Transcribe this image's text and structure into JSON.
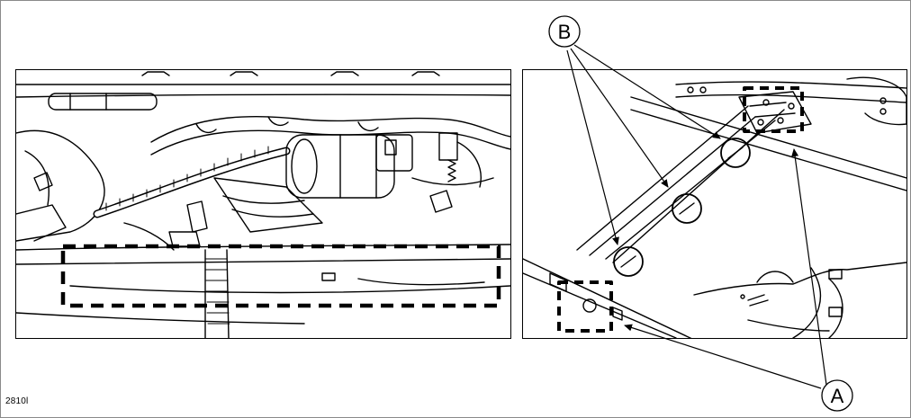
{
  "figure": {
    "number": "2810l",
    "callouts": [
      {
        "id": "B",
        "label": "B"
      },
      {
        "id": "A",
        "label": "A"
      }
    ],
    "colors": {
      "line": "#000000",
      "background": "#ffffff",
      "frame": "#8a8a8a"
    }
  }
}
